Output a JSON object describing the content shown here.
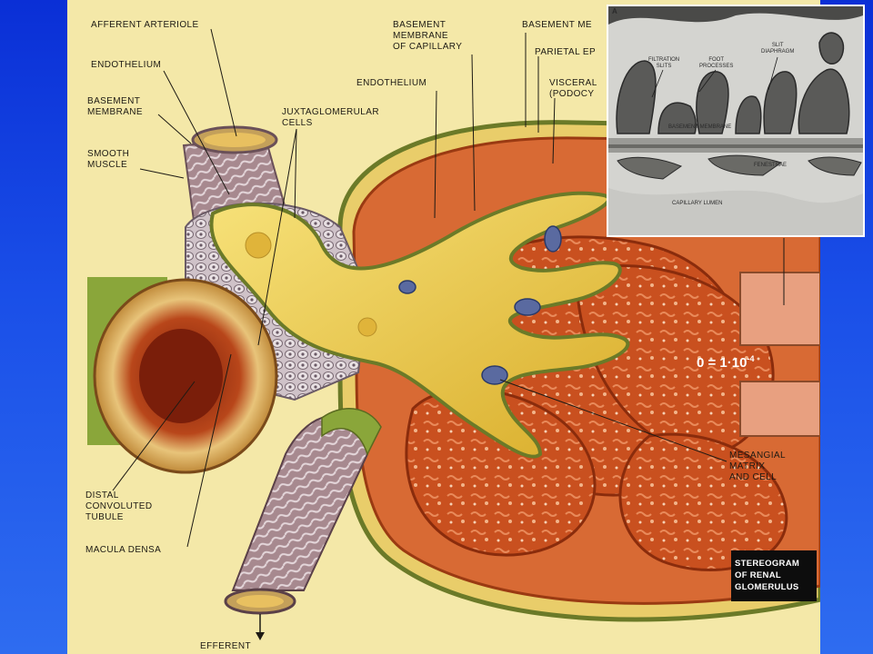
{
  "labels": {
    "afferent_arteriole": "AFFERENT ARTERIOLE",
    "endothelium_left": "ENDOTHELIUM",
    "basement_membrane_left": "BASEMENT\nMEMBRANE",
    "smooth_muscle": "SMOOTH\nMUSCLE",
    "juxtaglomerular_cells": "JUXTAGLOMERULAR\nCELLS",
    "basement_membrane_capillary": "BASEMENT\nMEMBRANE\nOF CAPILLARY",
    "endothelium_center": "ENDOTHELIUM",
    "basement_membrane_top": "BASEMENT ME",
    "parietal_ep": "PARIETAL EP",
    "visceral_podocy": "VISCERAL\n(PODOCY",
    "mesangial": "MESANGIAL\nMATRIX\nAND CELL",
    "distal_convoluted_tubule": "DISTAL\nCONVOLUTED\nTUBULE",
    "macula_densa": "MACULA DENSA",
    "efferent": "EFFERENT"
  },
  "inset": {
    "panel_letter": "A",
    "filtration_slits": "FILTRATION\nSLITS",
    "foot_processes": "FOOT\nPROCESSES",
    "slit_diaphragm": "SLIT\nDIAPHRAGM",
    "basement_membrane": "BASEMENT MEMBRANE",
    "fenestrae": "FENESTRAE",
    "capillary_lumen": "CAPILLARY LUMEN"
  },
  "scale_bar": {
    "base": "0 = 1·10",
    "exponent": "-4"
  },
  "stereogram_caption": "STEREOGRAM\nOF RENAL\nGLOMERULUS",
  "colors": {
    "background_blue": "#1a4fe8",
    "slide_cream": "#f4e8a8",
    "capillary_red": "#c9501f",
    "mesangial_yellow": "#e8c440",
    "tubule_green": "#8aa63a"
  }
}
